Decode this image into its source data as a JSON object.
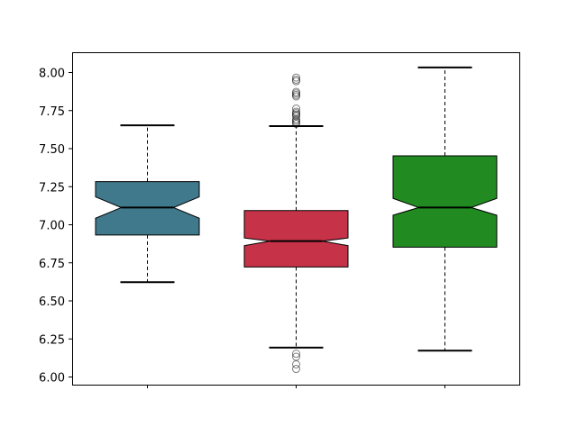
{
  "chart_data": {
    "type": "boxplot",
    "title": "",
    "xlabel": "",
    "ylabel": "",
    "ylim": [
      5.95,
      8.13
    ],
    "yticks": [
      "6.00",
      "6.25",
      "6.50",
      "6.75",
      "7.00",
      "7.25",
      "7.50",
      "7.75",
      "8.00"
    ],
    "xtick_labels": [
      "",
      "",
      ""
    ],
    "notched": true,
    "grid": false,
    "boxes": [
      {
        "name": "box-1",
        "color": "#41798c",
        "whislo": 6.62,
        "q1": 6.93,
        "median": 7.11,
        "q3": 7.28,
        "whishi": 7.65,
        "notch_lo": 7.04,
        "notch_hi": 7.18,
        "fliers": []
      },
      {
        "name": "box-2",
        "color": "#c63248",
        "whislo": 6.19,
        "q1": 6.72,
        "median": 6.89,
        "q3": 7.09,
        "whishi": 7.645,
        "notch_lo": 6.86,
        "notch_hi": 6.91,
        "fliers": [
          7.964,
          7.95,
          7.94,
          7.87,
          7.86,
          7.85,
          7.84,
          7.76,
          7.74,
          7.73,
          7.72,
          7.71,
          7.69,
          7.68,
          7.67,
          7.66,
          6.15,
          6.13,
          6.08,
          6.05
        ]
      },
      {
        "name": "box-3",
        "color": "#218b22",
        "whislo": 6.17,
        "q1": 6.85,
        "median": 7.11,
        "q3": 7.45,
        "whishi": 8.03,
        "notch_lo": 7.06,
        "notch_hi": 7.17,
        "fliers": []
      }
    ]
  }
}
